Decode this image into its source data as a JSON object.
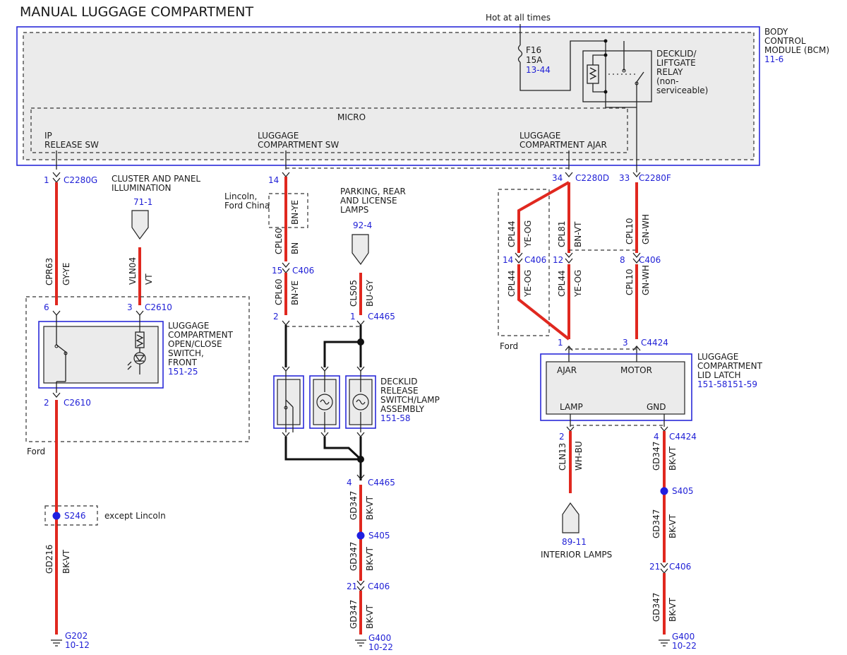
{
  "title": "MANUAL LUGGAGE COMPARTMENT",
  "hot_label": "Hot at all times",
  "bcm": {
    "name_lines": [
      "BODY",
      "CONTROL",
      "MODULE (BCM)"
    ],
    "ref": "11-6"
  },
  "fuse": {
    "id": "F16",
    "rating": "15A",
    "ref": "13-44"
  },
  "relay": {
    "lines": [
      "DECKLID/",
      "LIFTGATE",
      "RELAY",
      "(non-",
      "serviceable)"
    ]
  },
  "micro": "MICRO",
  "micro_inputs": {
    "ip_release": [
      "IP",
      "RELEASE SW"
    ],
    "lc_sw": [
      "LUGGAGE",
      "COMPARTMENT SW"
    ],
    "lc_ajar": [
      "LUGGAGE",
      "COMPARTMENT AJAR"
    ]
  },
  "notes": {
    "cluster": [
      "CLUSTER AND PANEL",
      "ILLUMINATION"
    ],
    "lincoln_ford_china": [
      "Lincoln,",
      "Ford China"
    ],
    "parking": [
      "PARKING, REAR",
      "AND LICENSE",
      "LAMPS"
    ],
    "ford1": "Ford",
    "ford2": "Ford",
    "except_lincoln": "except Lincoln",
    "interior_lamps": "INTERIOR LAMPS"
  },
  "refs": {
    "cluster": "71-1",
    "parking": "92-4",
    "interior": "89-11"
  },
  "components": {
    "switch_front": {
      "lines": [
        "LUGGAGE",
        "COMPARTMENT",
        "OPEN/CLOSE",
        "SWITCH,",
        "FRONT"
      ],
      "ref": "151-25"
    },
    "decklid_assy": {
      "lines": [
        "DECKLID",
        "RELEASE",
        "SWITCH/LAMP",
        "ASSEMBLY"
      ],
      "ref": "151-58"
    },
    "latch": {
      "lines": [
        "LUGGAGE",
        "COMPARTMENT",
        "LID LATCH"
      ],
      "ref": "151-58151-59",
      "ajar": "AJAR",
      "motor": "MOTOR",
      "lamp": "LAMP",
      "gnd": "GND"
    }
  },
  "connectors": {
    "c2280g": {
      "pin": "1",
      "id": "C2280G"
    },
    "c2610_3": {
      "pin": "3",
      "id": "C2610"
    },
    "c2610_6": {
      "pin": "6",
      "id": ""
    },
    "c2610_2": {
      "pin": "2",
      "id": "C2610"
    },
    "c14": {
      "pin": "14",
      "id": ""
    },
    "c406_15": {
      "pin": "15",
      "id": "C406"
    },
    "c4465_2": {
      "pin": "2",
      "id": ""
    },
    "c4465_1": {
      "pin": "1",
      "id": "C4465"
    },
    "c4465_4": {
      "pin": "4",
      "id": "C4465"
    },
    "c406_21a": {
      "pin": "21",
      "id": "C406"
    },
    "c2280d": {
      "pin": "34",
      "id": "C2280D"
    },
    "c2280f": {
      "pin": "33",
      "id": "C2280F"
    },
    "c406_14": {
      "pin": "14",
      "id": "C406"
    },
    "c406_12": {
      "pin": "12",
      "id": ""
    },
    "c406_8": {
      "pin": "8",
      "id": "C406"
    },
    "c4424_1": {
      "pin": "1",
      "id": ""
    },
    "c4424_3": {
      "pin": "3",
      "id": "C4424"
    },
    "c4424_2": {
      "pin": "2",
      "id": ""
    },
    "c4424_4": {
      "pin": "4",
      "id": "C4424"
    },
    "c406_21b": {
      "pin": "21",
      "id": "C406"
    }
  },
  "wires": {
    "cpr63": {
      "circuit": "CPR63",
      "color": "GY-YE"
    },
    "vln04": {
      "circuit": "VLN04",
      "color": "VT"
    },
    "gd216": {
      "circuit": "GD216",
      "color": "BK-VT"
    },
    "cpl60_top_color": "BN-YE",
    "cpl60a": {
      "circuit": "CPL60",
      "color": "BN"
    },
    "cpl60b": {
      "circuit": "CPL60",
      "color": "BN-YE"
    },
    "cls05": {
      "circuit": "CLS05",
      "color": "BU-GY"
    },
    "gd347_c1": {
      "circuit": "GD347",
      "color": "BK-VT"
    },
    "gd347_c2": {
      "circuit": "GD347",
      "color": "BK-VT"
    },
    "gd347_c3": {
      "circuit": "GD347",
      "color": "BK-VT"
    },
    "cpl44a": {
      "circuit": "CPL44",
      "color": "YE-OG"
    },
    "cpl44b": {
      "circuit": "CPL44",
      "color": "YE-OG"
    },
    "cpl81": {
      "circuit": "CPL81",
      "color": "BN-VT"
    },
    "cpl44c": {
      "circuit": "CPL44",
      "color": "YE-OG"
    },
    "cpl10a": {
      "circuit": "CPL10",
      "color": "GN-WH"
    },
    "cpl10b": {
      "circuit": "CPL10",
      "color": "GN-WH"
    },
    "cln13": {
      "circuit": "CLN13",
      "color": "WH-BU"
    },
    "gd347_r1": {
      "circuit": "GD347",
      "color": "BK-VT"
    },
    "gd347_r2": {
      "circuit": "GD347",
      "color": "BK-VT"
    },
    "gd347_r3": {
      "circuit": "GD347",
      "color": "BK-VT"
    }
  },
  "splices": {
    "s246": "S246",
    "s405a": "S405",
    "s405b": "S405"
  },
  "grounds": {
    "g202": {
      "id": "G202",
      "ref": "10-12"
    },
    "g400a": {
      "id": "G400",
      "ref": "10-22"
    },
    "g400b": {
      "id": "G400",
      "ref": "10-22"
    }
  }
}
